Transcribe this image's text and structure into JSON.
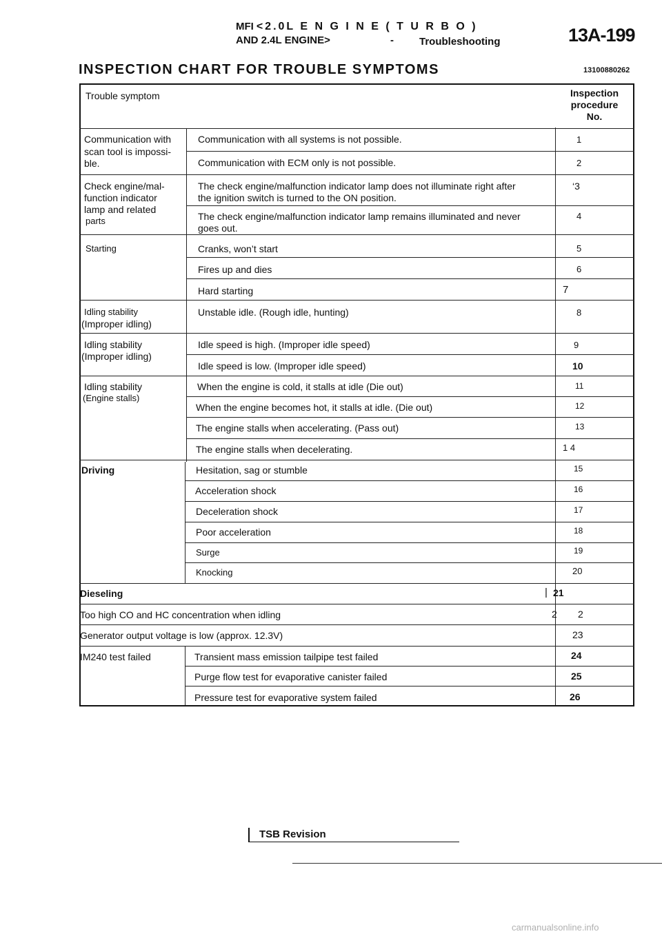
{
  "header": {
    "mfi": "MFI",
    "line1": "<2.0L E N G I N E ( T U R B O )",
    "line2": "AND 2.4L ENGINE>",
    "dash": "-",
    "section": "Troubleshooting",
    "page_number": "13A-199"
  },
  "chart": {
    "title": "INSPECTION CHART FOR TROUBLE SYMPTOMS",
    "code": "13100880262",
    "col_symptom": "Trouble symptom",
    "col_proc": [
      "Inspection",
      "procedure",
      "No."
    ]
  },
  "rows": {
    "comm": {
      "cat": [
        "Communication with",
        "scan tool is impossi-",
        "ble."
      ],
      "items": [
        "Communication with all systems is not possible.",
        "Communication with ECM only is not possible."
      ],
      "nums": [
        "1",
        "2"
      ]
    },
    "check": {
      "cat": [
        "Check engine/mal-",
        "function indicator",
        "lamp and related",
        "parts"
      ],
      "items": [
        "The check engine/malfunction indicator lamp does not illuminate right after",
        "the ignition switch is turned to the ON position.",
        "The check engine/malfunction indicator lamp remains illuminated and never",
        "goes out."
      ],
      "nums": [
        "‘3",
        "4"
      ]
    },
    "starting": {
      "cat": "Starting",
      "items": [
        "Cranks, won’t start",
        "Fires up and dies",
        "Hard starting"
      ],
      "nums": [
        "5",
        "6",
        "7"
      ]
    },
    "idle1": {
      "cat": [
        "Idling stability",
        "(Improper idling)"
      ],
      "items": [
        "Unstable idle. (Rough idle, hunting)"
      ],
      "nums": [
        "8"
      ]
    },
    "idle2": {
      "cat": [
        "Idling stability",
        "(Improper idling)"
      ],
      "items": [
        "Idle speed is high. (Improper idle speed)",
        "Idle speed is low. (Improper idle speed)"
      ],
      "nums": [
        "9",
        "10"
      ]
    },
    "idle3": {
      "cat": [
        "Idling stability",
        "(Engine stalls)"
      ],
      "items": [
        "When the engine is cold, it stalls at idle (Die out)",
        "When the engine becomes hot, it stalls at idle. (Die out)",
        "The engine stalls when accelerating. (Pass out)",
        "The engine stalls when decelerating."
      ],
      "nums": [
        "11",
        "12",
        "13",
        "1 4"
      ]
    },
    "driving": {
      "cat": "Driving",
      "items": [
        "Hesitation, sag or stumble",
        "Acceleration shock",
        "Deceleration shock",
        "Poor acceleration",
        "Surge",
        "Knocking"
      ],
      "nums": [
        "15",
        "16",
        "17",
        "18",
        "19",
        "20"
      ]
    },
    "dieseling": {
      "cat": "Dieseling",
      "num": "21"
    },
    "co": {
      "cat": "Too high CO and HC concentration when idling",
      "num_a": "2",
      "num_b": "2"
    },
    "gen": {
      "cat": "Generator output voltage is low (approx. 12.3V)",
      "num": "23"
    },
    "im240": {
      "cat": "IM240 test failed",
      "items": [
        "Transient mass emission tailpipe test failed",
        "Purge flow test for evaporative canister failed",
        "Pressure test for evaporative system failed"
      ],
      "nums": [
        "24",
        "25",
        "26"
      ]
    }
  },
  "footer": {
    "label": "TSB Revision"
  },
  "watermark": "carmanualsonline.info"
}
